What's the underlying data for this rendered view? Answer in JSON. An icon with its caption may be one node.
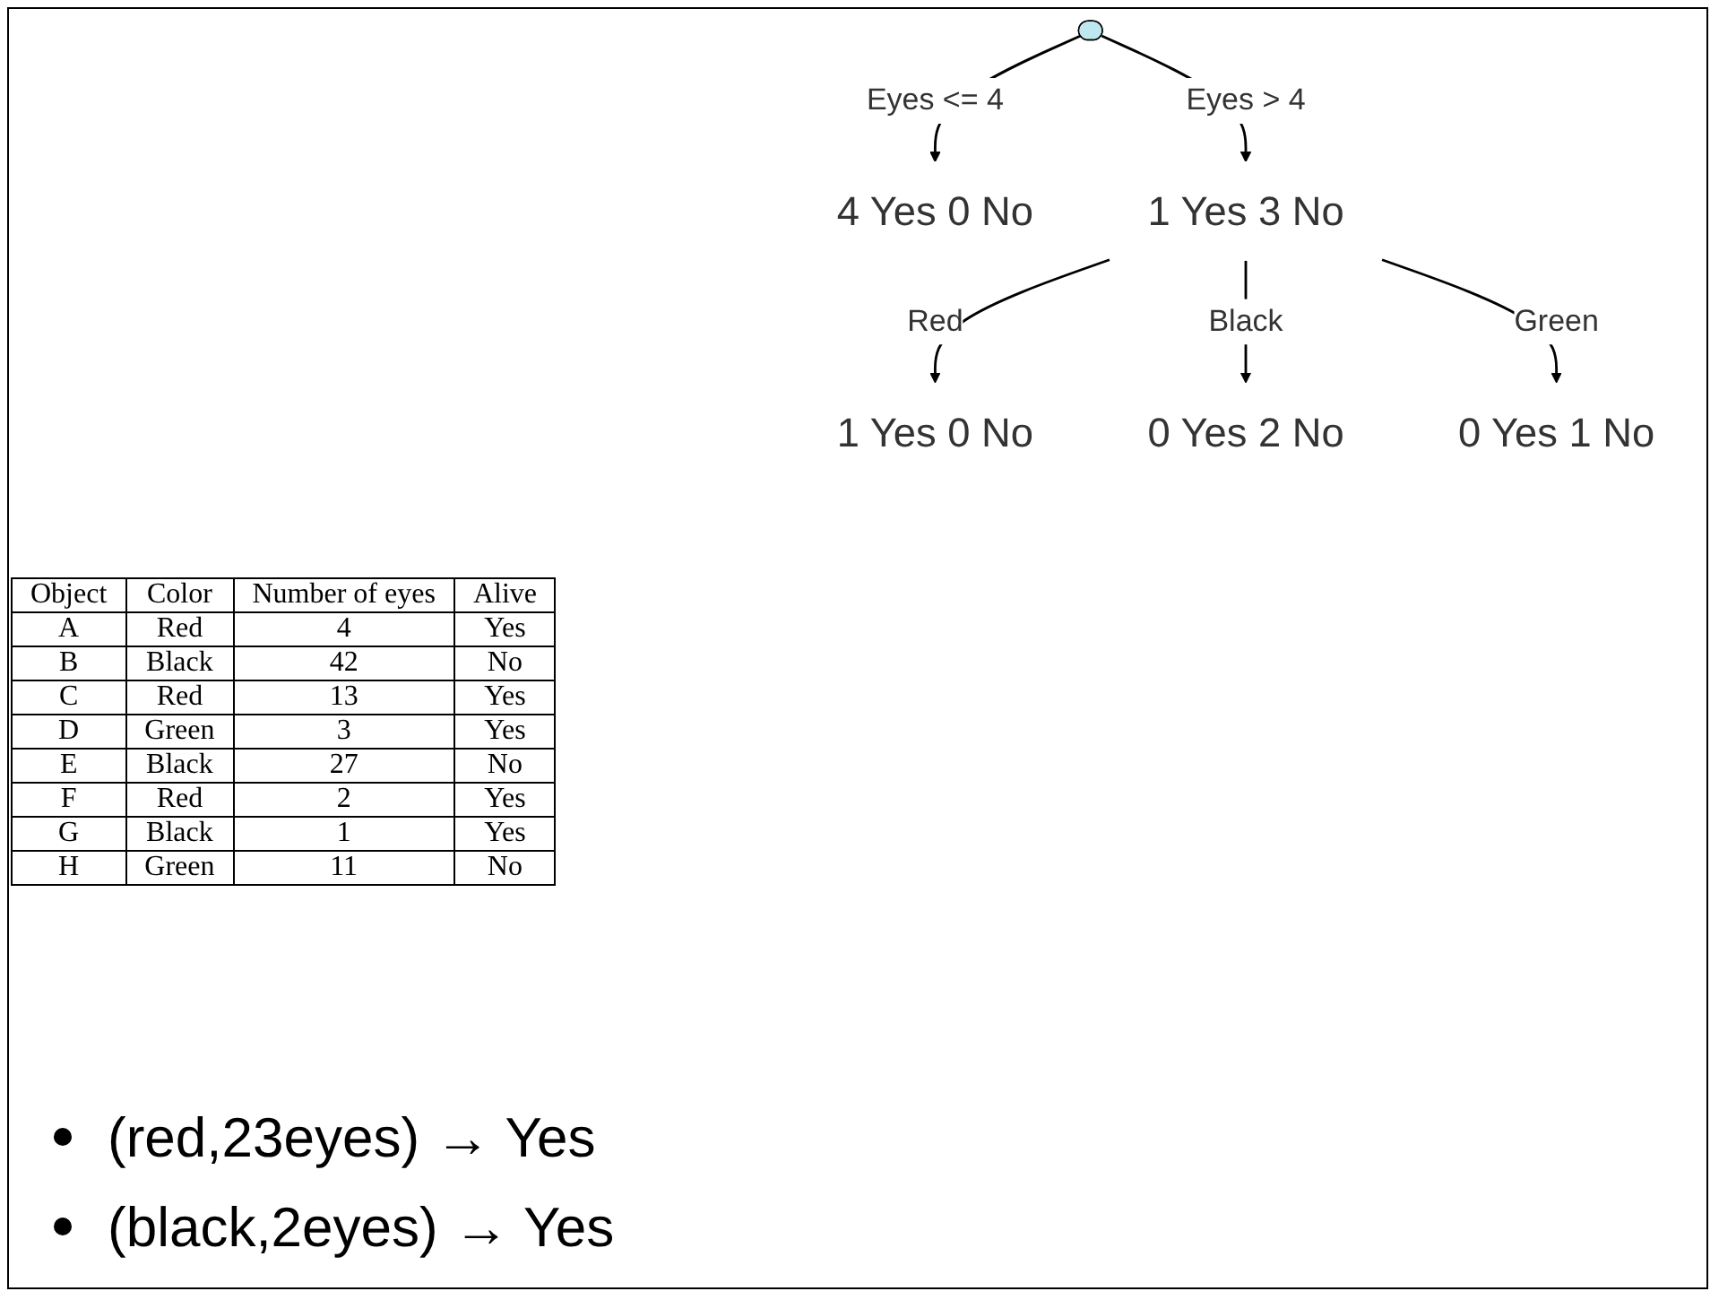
{
  "diagram": {
    "nodes": [
      {
        "text": [],
        "shape": "ellipse"
      },
      {
        "text": [
          "4 Yes 0 No"
        ]
      },
      {
        "text": [
          "1 Yes 3 No"
        ]
      },
      {
        "text": [
          "1 Yes 0 No"
        ]
      },
      {
        "text": [
          "0 Yes 2 No"
        ]
      },
      {
        "text": [
          "0 Yes 1 No"
        ]
      }
    ],
    "edges": [
      {
        "from": 0,
        "to": 1,
        "arrow": "to",
        "label": "Eyes <= 4"
      },
      {
        "from": 0,
        "to": 2,
        "arrow": "to",
        "label": "Eyes > 4"
      },
      {
        "from": 2,
        "to": 3,
        "arrow": "to",
        "label": "Red"
      },
      {
        "from": 2,
        "to": 4,
        "arrow": "to",
        "label": "Black"
      },
      {
        "from": 2,
        "to": 5,
        "arrow": "to",
        "label": "Green"
      }
    ],
    "labels": [
      "Object",
      "Color",
      "Number of eyes",
      "Alive",
      "A",
      "Red",
      "4",
      "Yes",
      "B",
      "Black",
      "42",
      "No",
      "C",
      "Red",
      "13",
      "Yes",
      "D",
      "Green",
      "3",
      "Yes",
      "E",
      "Black",
      "27",
      "No",
      "F",
      "Red",
      "2",
      "Yes",
      "G",
      "Black",
      "1",
      "Yes",
      "H",
      "Green",
      "11",
      "No",
      "(red,23eyes) → Yes",
      "(black,2eyes) → Yes"
    ]
  }
}
